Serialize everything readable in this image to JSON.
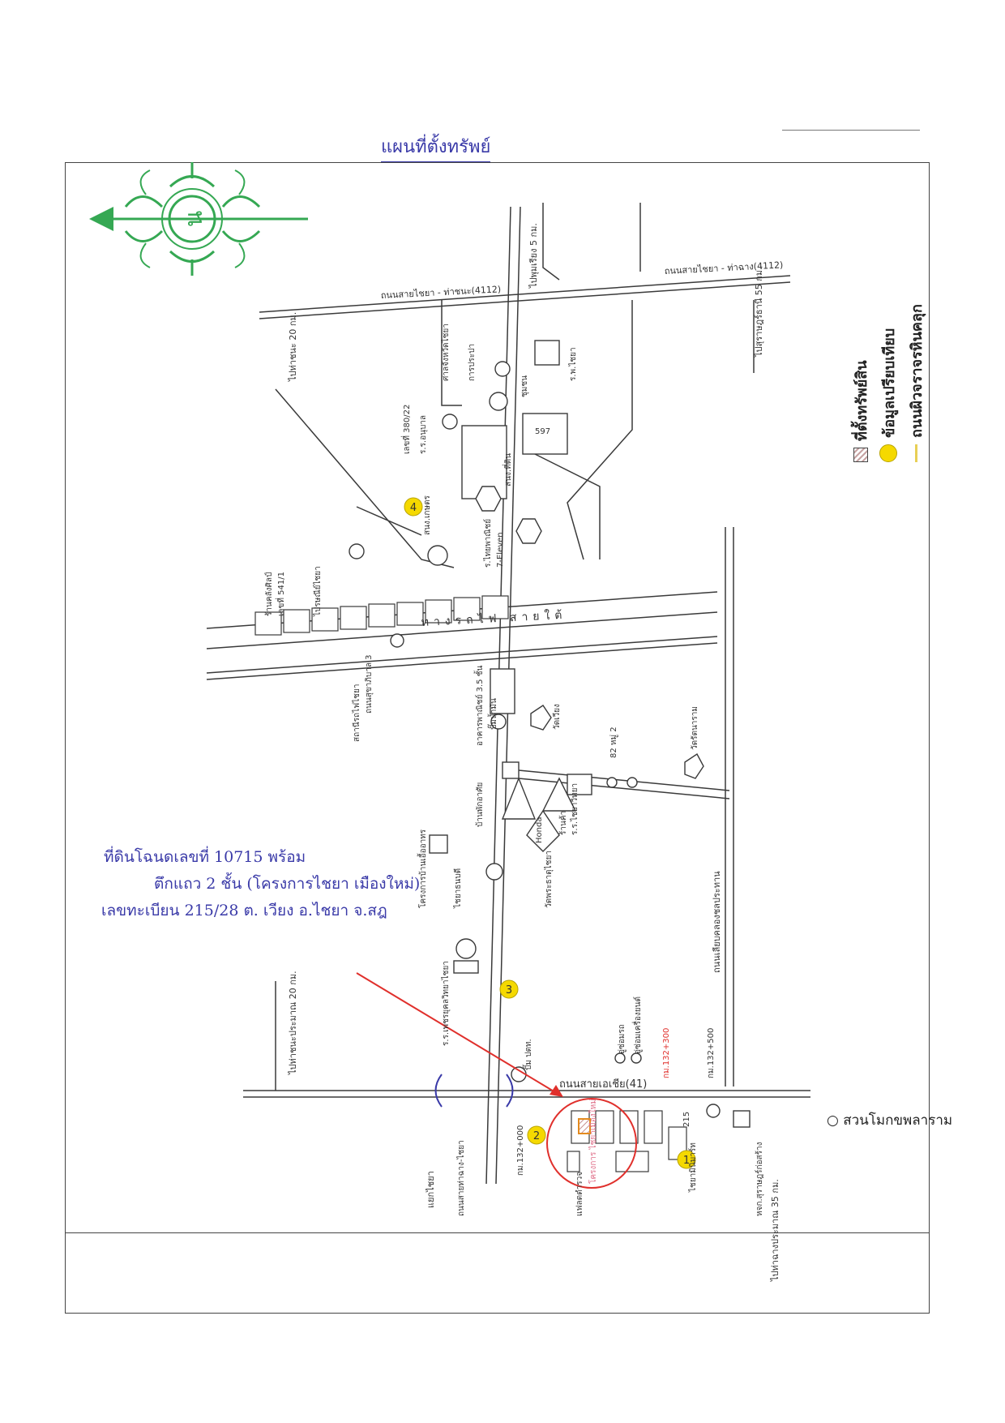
{
  "title": "แผนที่ตั้งทรัพย์",
  "compass_letter": "น",
  "legend": [
    {
      "icon": "hatched-square-icon",
      "label": "ที่ตั้งทรัพย์สิน"
    },
    {
      "icon": "yellow-circle-icon",
      "label": "ข้อมูลเปรียบเทียบ"
    },
    {
      "icon": "yellow-line-icon",
      "label": "ถนนผิวจราจรหินคลุก"
    }
  ],
  "note": {
    "line1": "ที่ดินโฉนดเลขที่ 10715 พร้อม",
    "line2": "ตึกแถว 2 ชั้น (โครงการไชยา เมืองใหม่)",
    "line3": "เลขทะเบียน 215/28 ต. เวียง อ.ไชยา จ.สฎ"
  },
  "side_note": "สวนโมกขพลาราม",
  "comparison_markers": [
    "1",
    "2",
    "3",
    "4"
  ],
  "road_labels": {
    "top_road_left": "ถนนสายไชยา - ท่าชนะ(4112)",
    "top_road_right": "ถนนสายไชยา - ท่าฉาง(4112)",
    "bottom_road": "ถนนสายเอเชีย(41)",
    "to_thachana_top": "ไปท่าชนะ 20 กม.",
    "to_thachana_bottom": "ไปท่าชนะประมาณ 20 กม.",
    "to_surat_top": "ไปสุราษฎร์ธานี 55 กม.",
    "to_surat_bottom": "ไปท่าฉางประมาณ 35 กม.",
    "to_phumriang": "ไปพุมเรียง 5 กม.",
    "rail": "ทางรถไฟ สายใต้",
    "crossroad": "แยกไชยา",
    "canal_road": "ถนนเลียบคลองชลประทาน"
  },
  "place_labels": [
    "ศาลจังหวัดไชยา",
    "การประปา",
    "ร.พ.ไชยา",
    "ชุมชน",
    "597",
    "สนง.ที่ดิน",
    "เลขที่ 380/22",
    "สนง.เกษตร",
    "ร.ร.อนุบาล",
    "ร้านคลังศิลป์",
    "เลขที่ 541/1",
    "ไปรษณีย์ไชยา",
    "ร.ไทยพาณิชย์",
    "7-Eleven",
    "สถานีรถไฟไชยา",
    "ถนนสุขาภิบาล 3",
    "อาคารพาณิชย์ 3.5 ชั้น",
    "ปั๊มน้ำมัน",
    "บ้านพักอาศัย",
    "วัดเวียง",
    "82 หมู่ 2",
    "วัดรัตนาราม",
    "Honda",
    "ร้านค้า",
    "ร.ร.ไชยาวิทยา",
    "โครงการบ้านเอื้ออาทร",
    "ไชยาธนบดี",
    "วัดพระธาตุไชยา",
    "ร.ร.เพชรยุคลวิทยาไชยา",
    "ปั๊ม ปตท.",
    "อู่ซ่อมรถ",
    "อู่ซ่อมเครื่องยนต์",
    "กม.132+300",
    "กม.132+500",
    "กม.132+000",
    "215",
    "โครงการ ไชยาเมืองใหม่",
    "แฟลตตำรวจ",
    "ไชยามินิมาร์ท",
    "หจก.สุราษฎร์ก่อสร้าง",
    "ถนนสายท่าฉาง-ไชยา"
  ],
  "colors": {
    "compass": "#35a853",
    "ink_blue": "#3a3aa8",
    "pointer_red": "#e0302c",
    "marker_yellow": "#f5d900",
    "map_line": "#3a3a3a"
  }
}
